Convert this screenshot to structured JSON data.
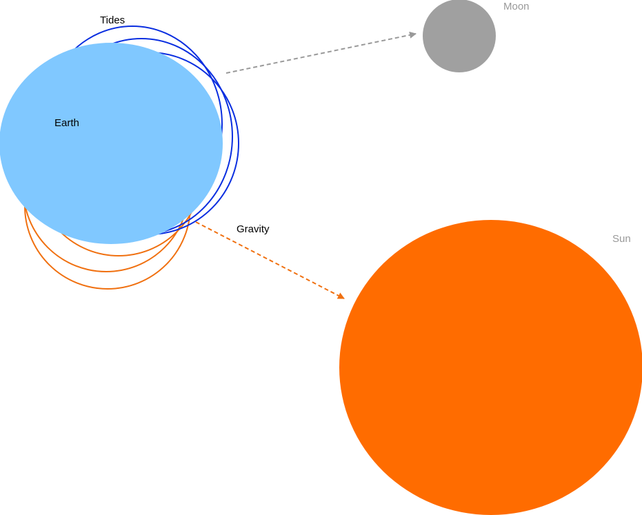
{
  "diagram": {
    "labels": {
      "tides": "Tides",
      "earth": "Earth",
      "moon": "Moon",
      "gravity": "Gravity",
      "sun": "Sun"
    },
    "colors": {
      "background": "#ffffff",
      "earth": "#80c8ff",
      "tide_bulge_stroke": "#0a2ee0",
      "solar_tide_stroke": "#f07010",
      "moon": "#a0a0a0",
      "sun": "#ff6c00",
      "moon_arrow": "#999999",
      "gravity_arrow": "#f07010",
      "label_dark": "#000000",
      "label_grey": "#999999"
    }
  }
}
